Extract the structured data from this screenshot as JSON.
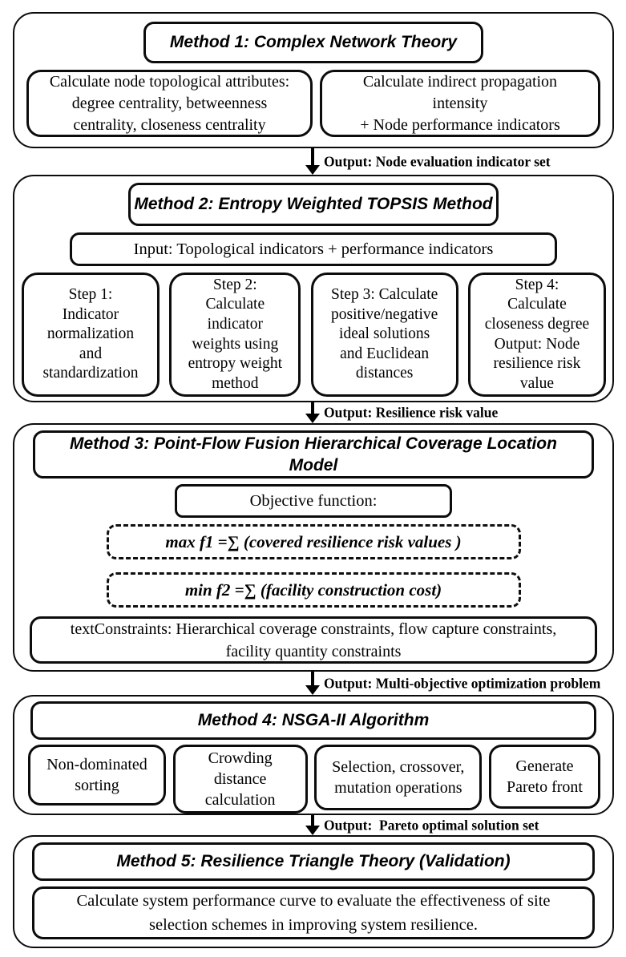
{
  "colors": {
    "ink": "#000000",
    "background": "#ffffff"
  },
  "sections": [
    {
      "title": "Method 1: Complex Network Theory",
      "left_box": "Calculate node topological attributes:\ndegree centrality, betweenness\ncentrality, closeness centrality",
      "right_box": "Calculate indirect propagation\nintensity\n+ Node performance indicators",
      "output_label": "Output: Node evaluation indicator set"
    },
    {
      "title": "Method 2: Entropy Weighted TOPSIS Method",
      "input_box": "Input: Topological indicators + performance indicators",
      "steps": [
        "Step 1:\nIndicator\nnormalization\nand\nstandardization",
        "Step 2:\nCalculate\nindicator\nweights using\nentropy weight\nmethod",
        "Step 3: Calculate\npositive/negative\nideal solutions\nand Euclidean\ndistances",
        "Step 4:\nCalculate\ncloseness degree\nOutput: Node\nresilience risk\nvalue"
      ],
      "output_label": "Output: Resilience risk value"
    },
    {
      "title": "Method 3: Point-Flow Fusion Hierarchical Coverage Location\nModel",
      "objective_header": "Objective function:",
      "objective_max": "max f1 =∑ (covered resilience risk values )",
      "objective_min": "min f2 =∑ (facility construction cost)",
      "constraints": "textConstraints: Hierarchical coverage constraints, flow capture constraints,\nfacility quantity constraints",
      "output_label": "Output: Multi-objective optimization problem"
    },
    {
      "title": "Method 4: NSGA-II Algorithm",
      "steps": [
        "Non-dominated\nsorting",
        "Crowding\ndistance\ncalculation",
        "Selection, crossover,\nmutation operations",
        "Generate\nPareto front"
      ],
      "output_label": "Output:  Pareto optimal solution set"
    },
    {
      "title": "Method 5: Resilience Triangle Theory (Validation)",
      "content": "Calculate system performance curve to evaluate the effectiveness of site\nselection schemes in improving system resilience."
    }
  ]
}
